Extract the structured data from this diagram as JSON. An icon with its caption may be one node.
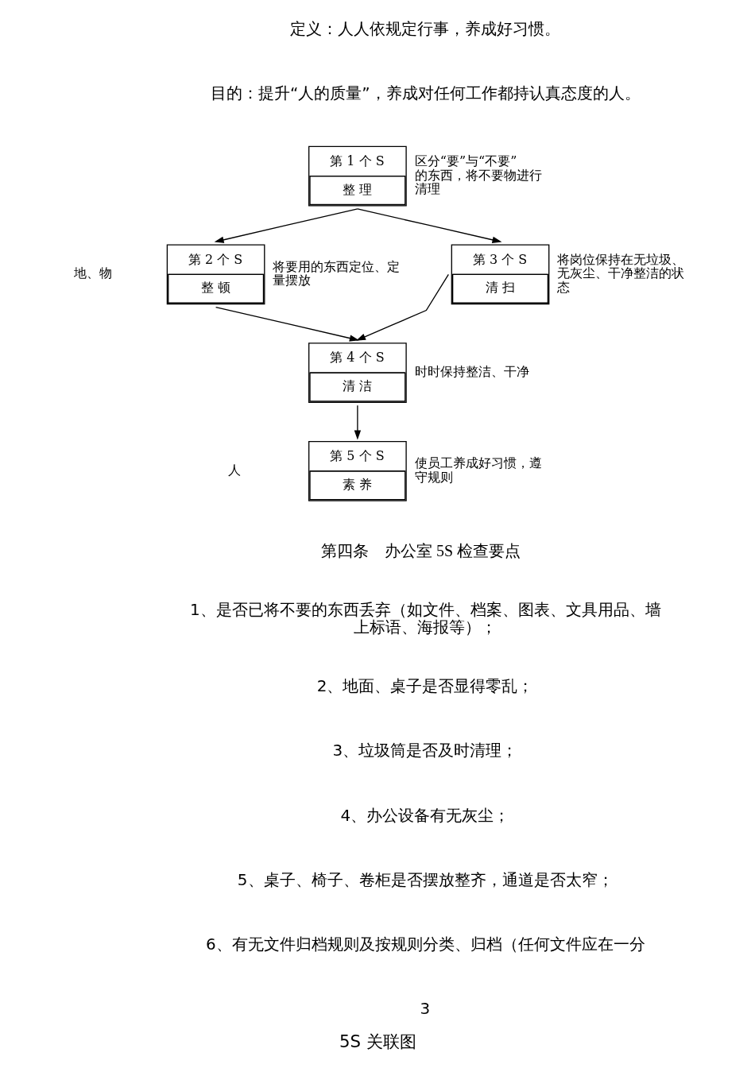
{
  "diagram": {
    "caption": "5S 关联图",
    "nodes": [
      {
        "text": [
          "第 1 个 S",
          "整 理"
        ],
        "beside": [
          "区分“要”与“不要”的东西，将不要物进行清理"
        ]
      },
      {
        "text": [
          "第 2 个 S",
          "整 顿"
        ],
        "beside": [
          "将要用的东西定位、定量摆放"
        ]
      },
      {
        "text": [
          "第 3 个 S",
          "清 扫"
        ],
        "beside": [
          "将岗位保持在无垃圾、无灰尘、干净整洁的状态"
        ]
      },
      {
        "text": [
          "第 4 个 S",
          "清 洁"
        ],
        "beside": [
          "时时保持整洁、干净"
        ]
      },
      {
        "text": [
          "第 5 个 S",
          "素 养"
        ],
        "beside": [
          "使员工养成好习惯，遵守规则"
        ]
      }
    ],
    "edges": [
      {
        "from": 0,
        "to": 1,
        "arrow": "to"
      },
      {
        "from": 0,
        "to": 2,
        "arrow": "to"
      },
      {
        "from": 1,
        "to": 3,
        "arrow": "to"
      },
      {
        "from": 2,
        "to": 3,
        "arrow": "to"
      },
      {
        "from": 3,
        "to": 4,
        "arrow": "to"
      }
    ],
    "labels": [
      "定义：人人依规定行事，养成好习惯。",
      "目的：提升“人的质量”，养成对任何工作都持认真态度的人。",
      "地、物",
      "人",
      "第四条　办公室 5S 检查要点",
      "1、是否已将不要的东西丢弃（如文件、档案、图表、文具用品、墙上标语、海报等）；",
      "2、地面、桌子是否显得零乱；",
      "3、垃圾筒是否及时清理；",
      "4、办公设备有无灰尘；",
      "5、桌子、椅子、卷柜是否摆放整齐，通道是否太窄；",
      "6、有无文件归档规则及按规则分类、归档（任何文件应在一分",
      "3"
    ]
  }
}
